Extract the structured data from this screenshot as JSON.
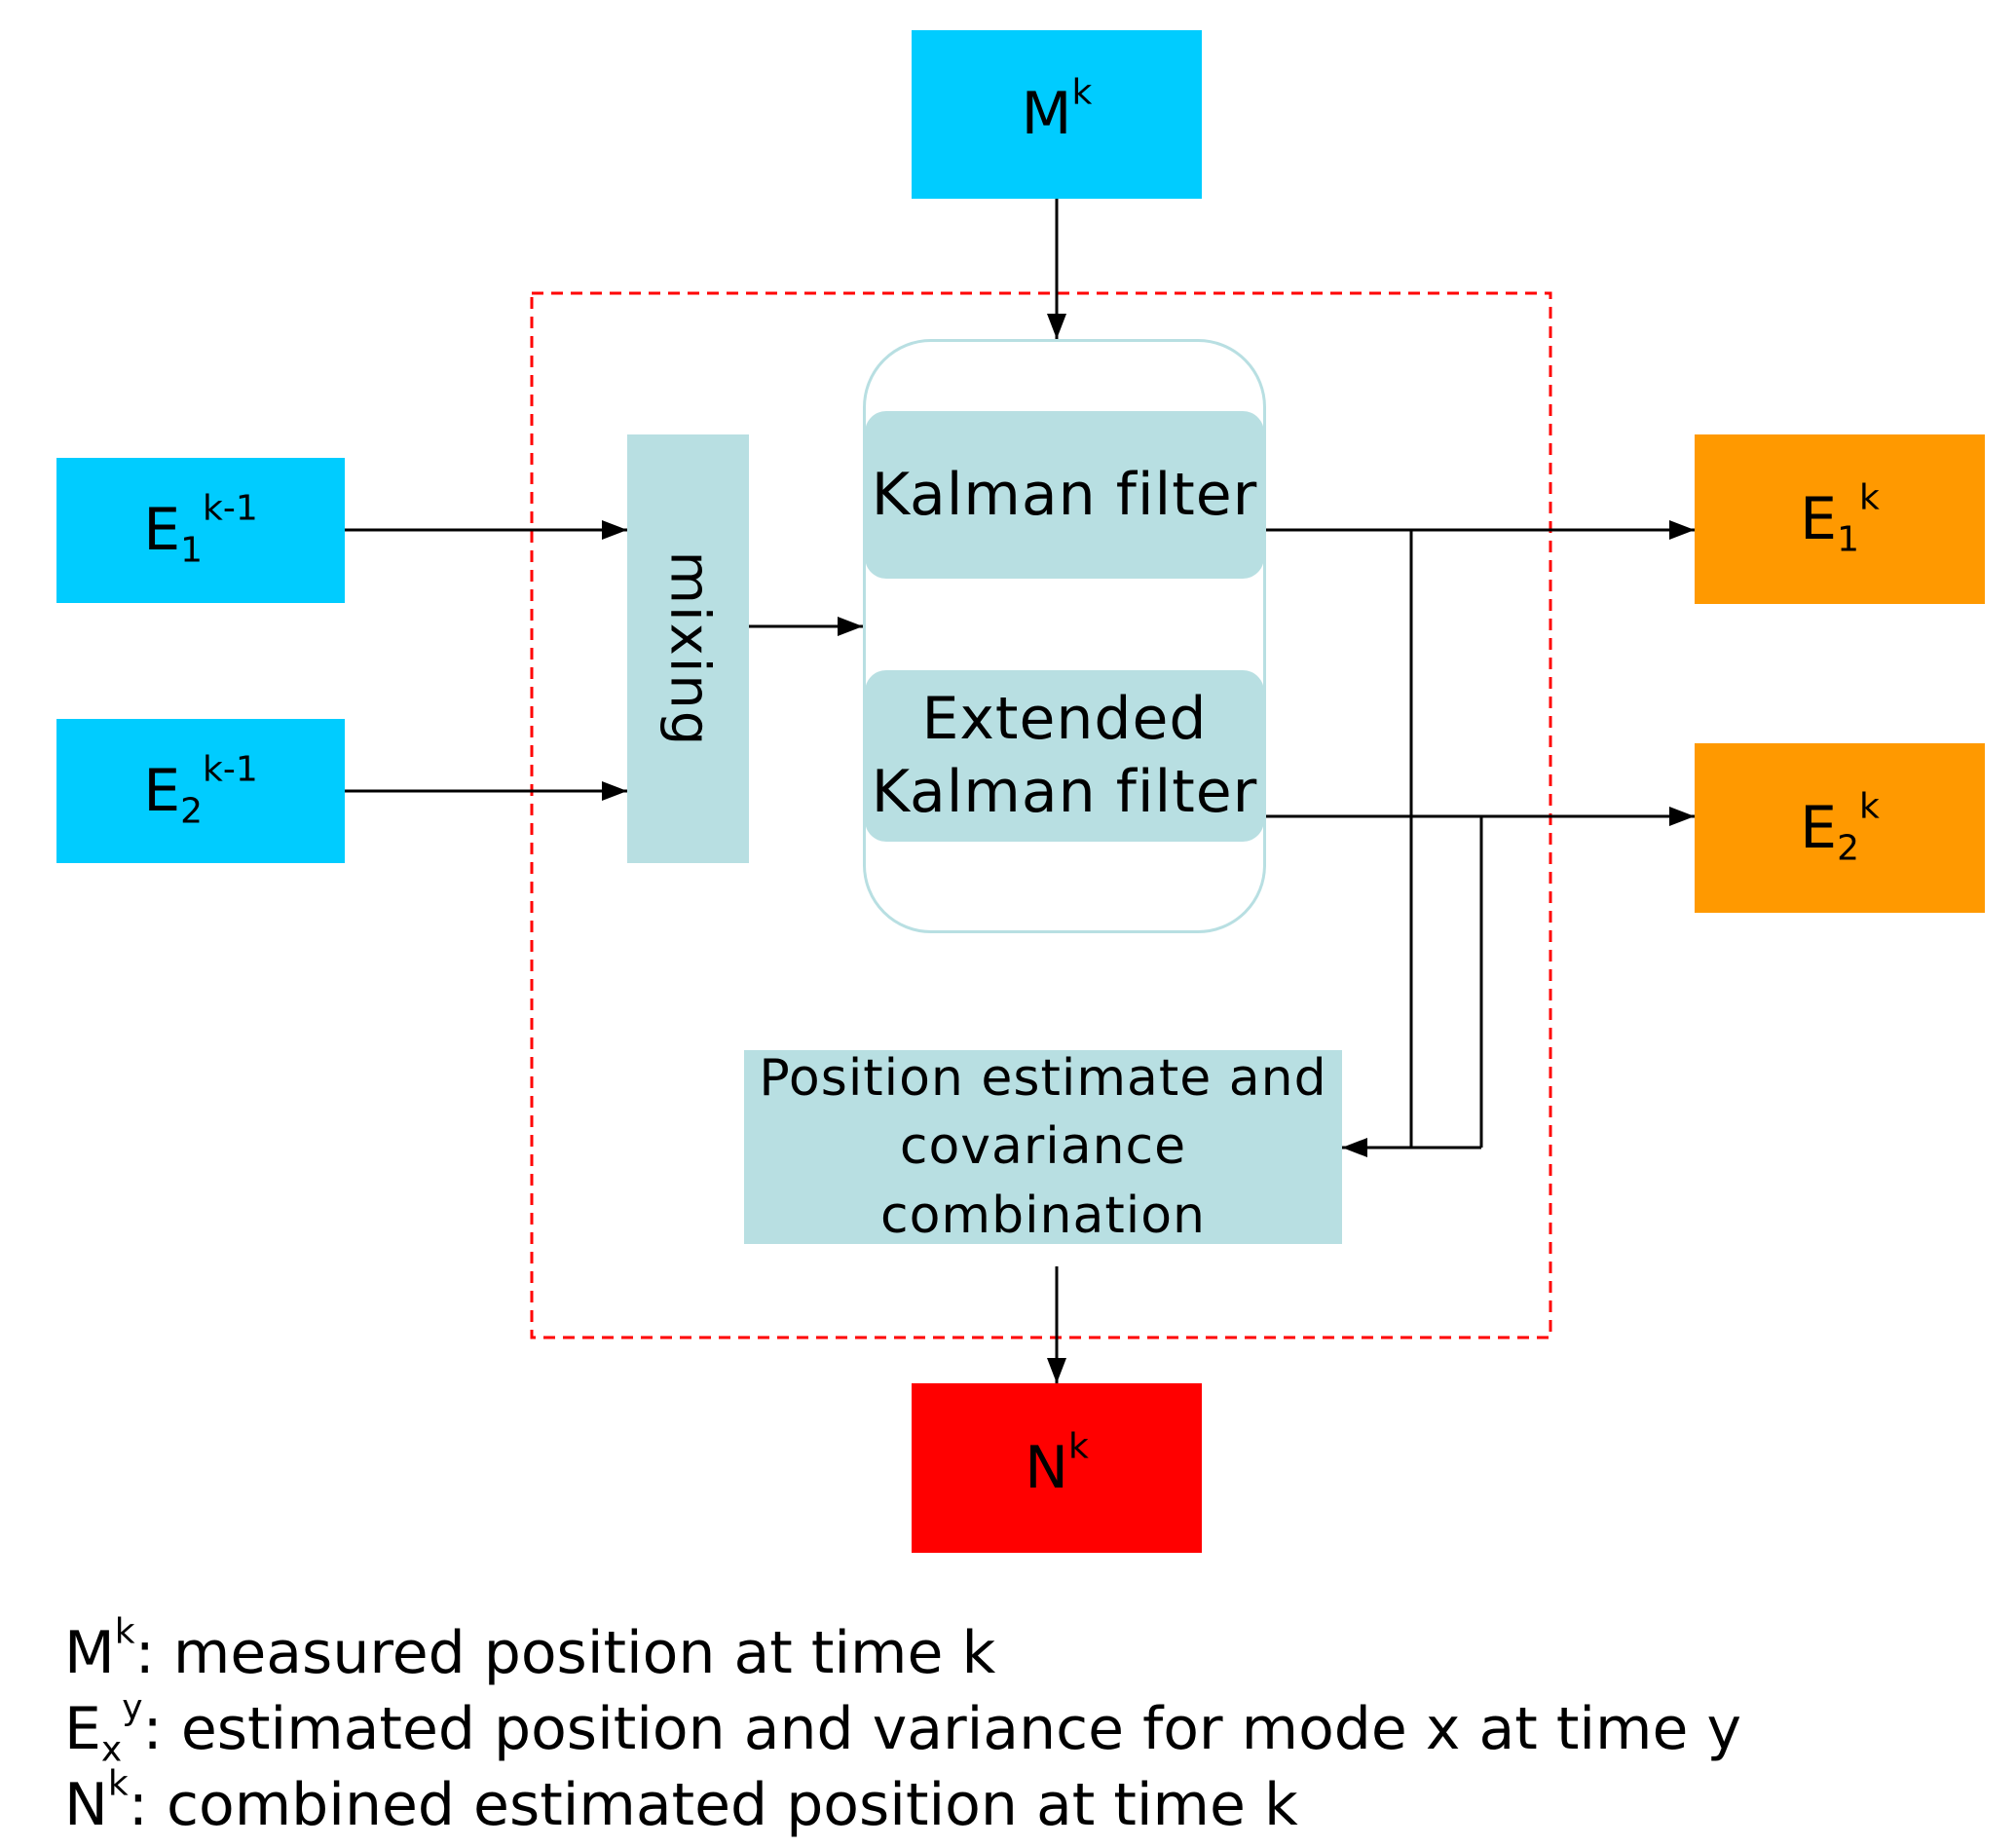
{
  "nodes": {
    "measured": {
      "base": "M",
      "sup": "k"
    },
    "e1_prev": {
      "base": "E",
      "sub": "1",
      "sup": "k-1"
    },
    "e2_prev": {
      "base": "E",
      "sub": "2",
      "sup": "k-1"
    },
    "mixing": {
      "label": "mixing"
    },
    "kalman": {
      "label": "Kalman filter"
    },
    "extended": {
      "line1": "Extended",
      "line2": "Kalman filter"
    },
    "combination": {
      "line1": "Position estimate and",
      "line2": "covariance combination"
    },
    "e1_out": {
      "base": "E",
      "sub": "1",
      "sup": "k"
    },
    "e2_out": {
      "base": "E",
      "sub": "2",
      "sup": "k"
    },
    "combined": {
      "base": "N",
      "sup": "k"
    }
  },
  "legend": [
    {
      "base": "M",
      "sub": "",
      "sup": "k",
      "text": ":  measured position at time k"
    },
    {
      "base": "E",
      "sub": "x",
      "sup": "y",
      "text": ": estimated position and variance for mode x at time y"
    },
    {
      "base": "N",
      "sub": "",
      "sup": "k",
      "text": ":  combined estimated position at time k"
    }
  ],
  "colors": {
    "input": "#00ccff",
    "output": "#ff9900",
    "combined": "#ff0000",
    "process": "#b8dfe2",
    "boundary": "#ff0000"
  }
}
